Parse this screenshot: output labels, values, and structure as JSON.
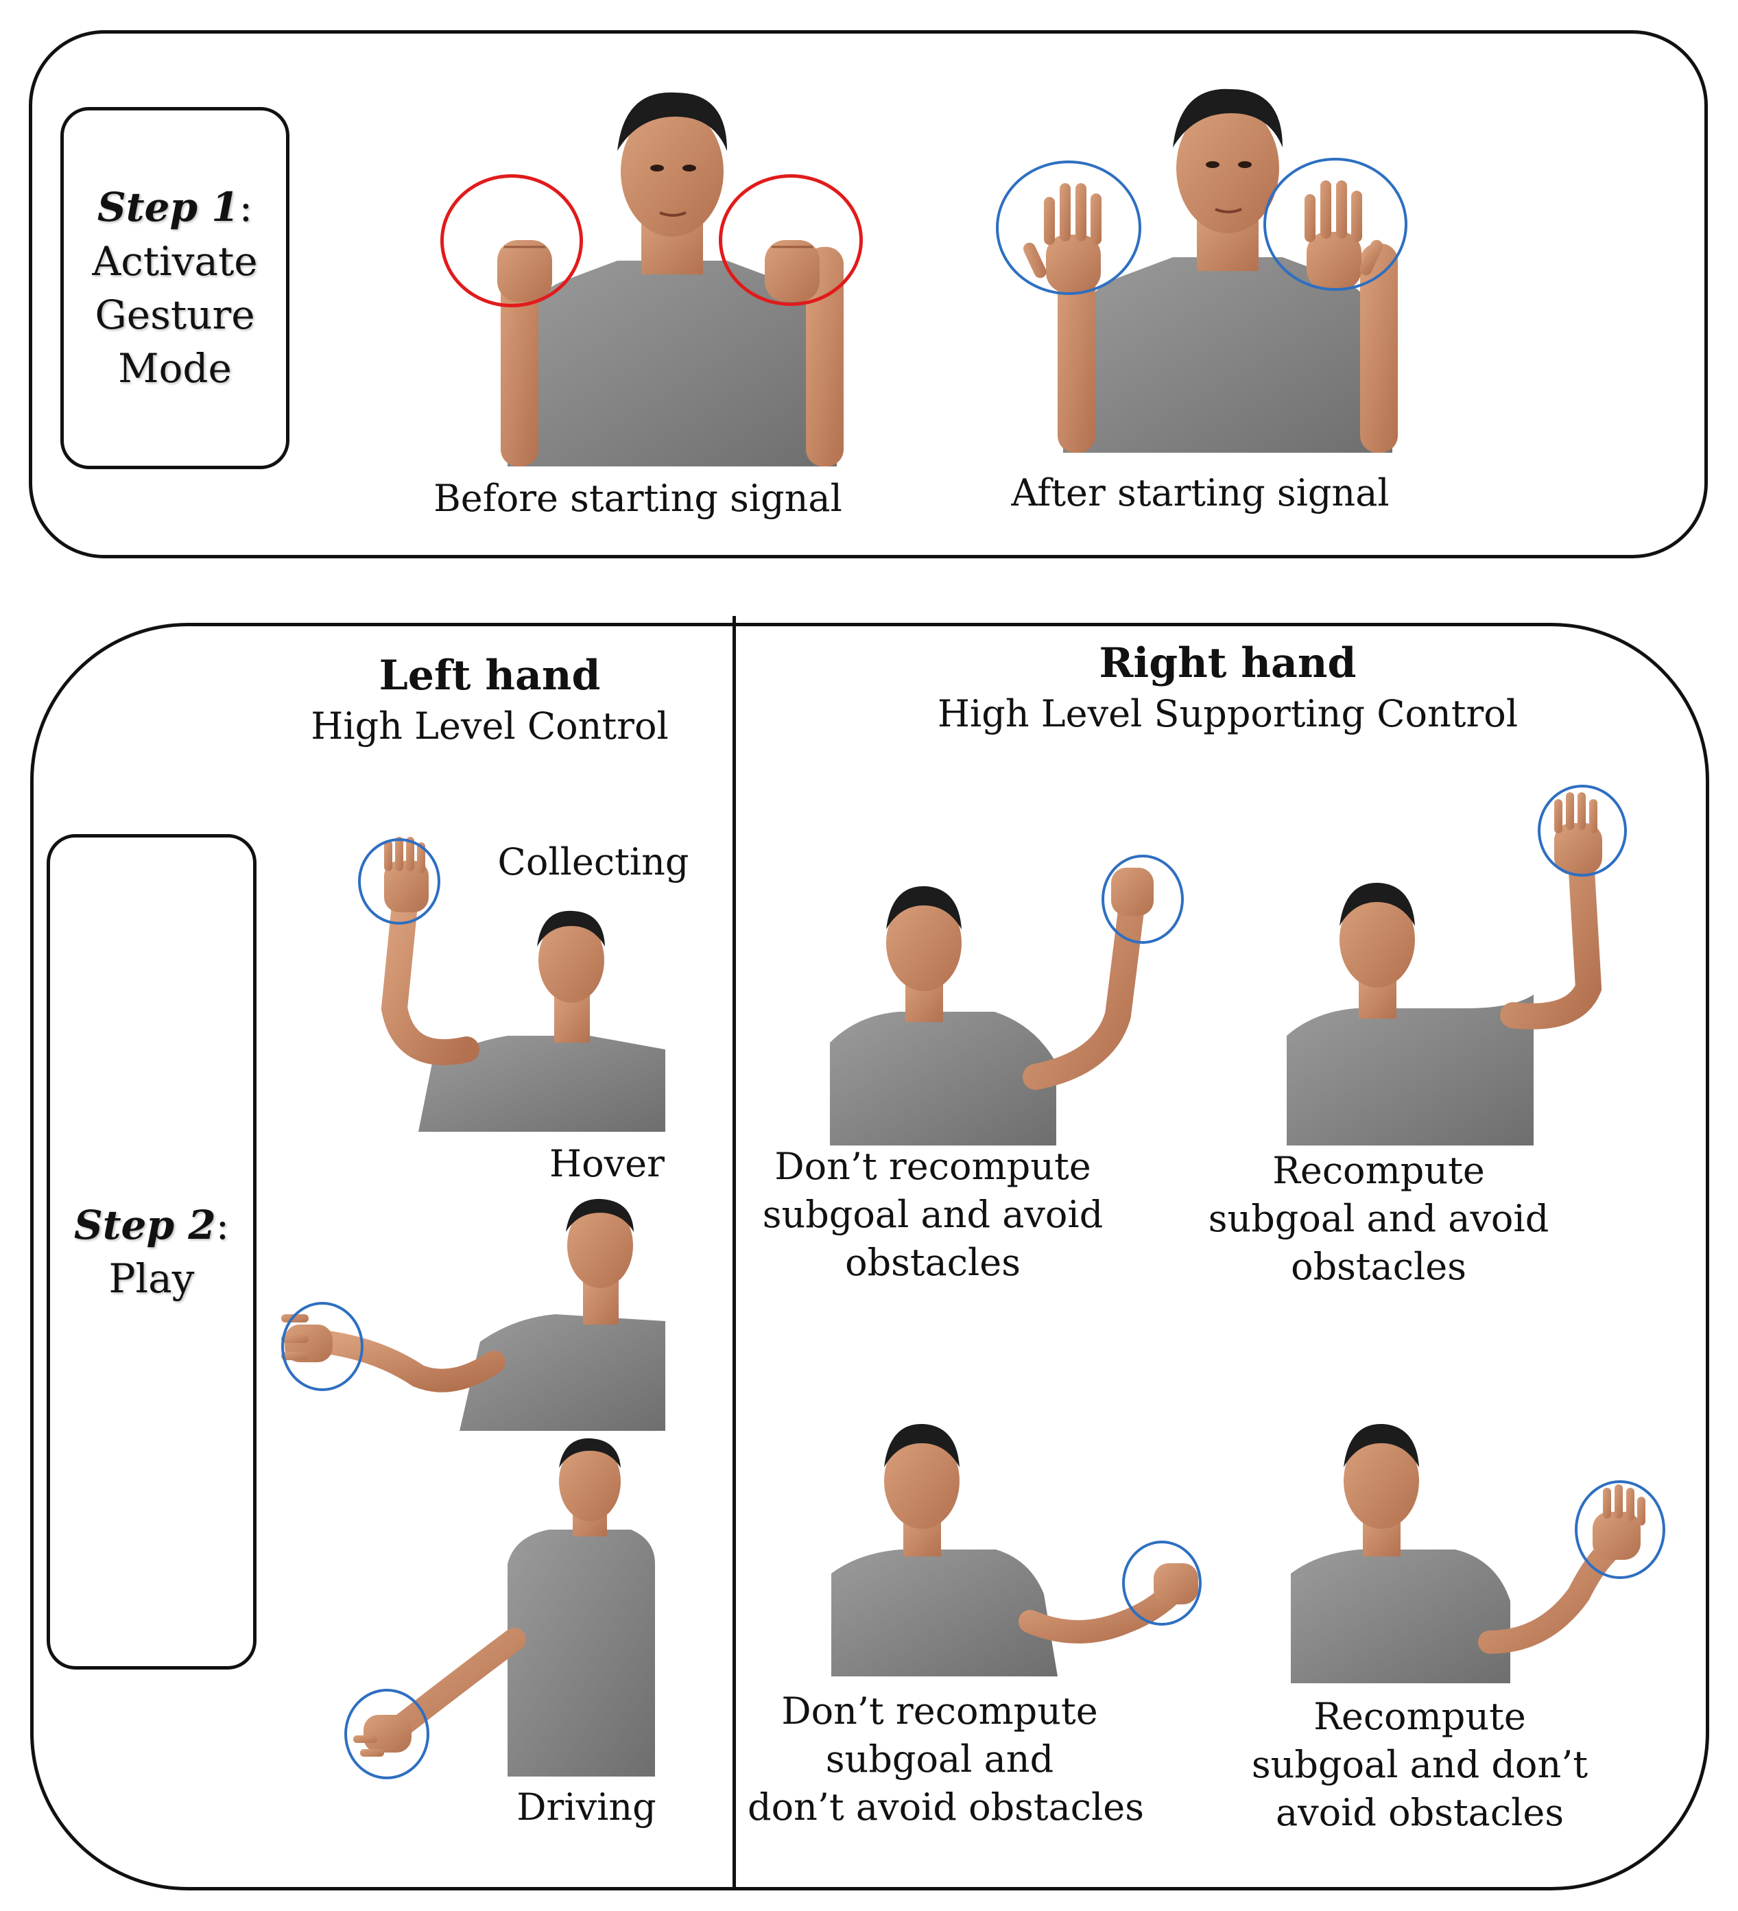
{
  "step1": {
    "title_bold": "Step 1",
    "title_colon": ":",
    "lines": [
      "Activate",
      "Gesture",
      "Mode"
    ],
    "before_caption": "Before starting signal",
    "after_caption": "After starting signal"
  },
  "step2": {
    "title_bold": "Step 2",
    "title_colon": ":",
    "line": "Play",
    "left_header": "Left hand",
    "left_sub": "High Level Control",
    "right_header": "Right hand",
    "right_sub": "High Level Supporting Control",
    "collecting": "Collecting",
    "hover": "Hover",
    "driving": "Driving",
    "rh1": [
      "Don’t recompute",
      "subgoal and avoid",
      "obstacles"
    ],
    "rh2": [
      "Recompute",
      "subgoal and avoid",
      "obstacles"
    ],
    "rh3": [
      "Don’t recompute",
      "subgoal and",
      "don’t avoid obstacles"
    ],
    "rh4": [
      "Recompute",
      "subgoal and don’t",
      "avoid obstacles"
    ]
  },
  "colors": {
    "fist_circle": "#e11b1b",
    "palm_circle": "#2e6fc1",
    "shirt": "#8a8a8a",
    "skin": "#c98a66",
    "hair": "#1c1c1c"
  },
  "icons": [
    "avatar-figure",
    "fist-highlight",
    "open-palm-highlight"
  ]
}
